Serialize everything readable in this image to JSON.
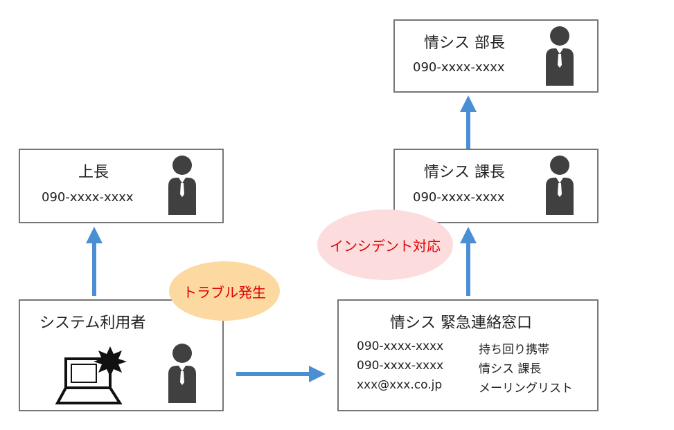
{
  "boss": {
    "title": "上長",
    "phone": "090-xxxx-xxxx"
  },
  "user": {
    "title": "システム利用者"
  },
  "manager": {
    "title": "情シス 課長",
    "phone": "090-xxxx-xxxx"
  },
  "director": {
    "title": "情シス 部長",
    "phone": "090-xxxx-xxxx"
  },
  "emergency": {
    "title": "情シス 緊急連絡窓口",
    "contacts": [
      {
        "value": "090-xxxx-xxxx",
        "note": "持ち回り携帯"
      },
      {
        "value": "090-xxxx-xxxx",
        "note": "情シス 課長"
      },
      {
        "value": "xxx@xxx.co.jp",
        "note": "メーリングリスト"
      }
    ]
  },
  "bubbles": {
    "trouble": "トラブル発生",
    "incident": "インシデント対応"
  },
  "colors": {
    "arrow": "#4a8fd4",
    "person": "#404040",
    "trouble_bubble": "#fcd9a0",
    "incident_bubble": "#fcdcdc",
    "bubble_text": "#e00000",
    "border": "#767676"
  }
}
